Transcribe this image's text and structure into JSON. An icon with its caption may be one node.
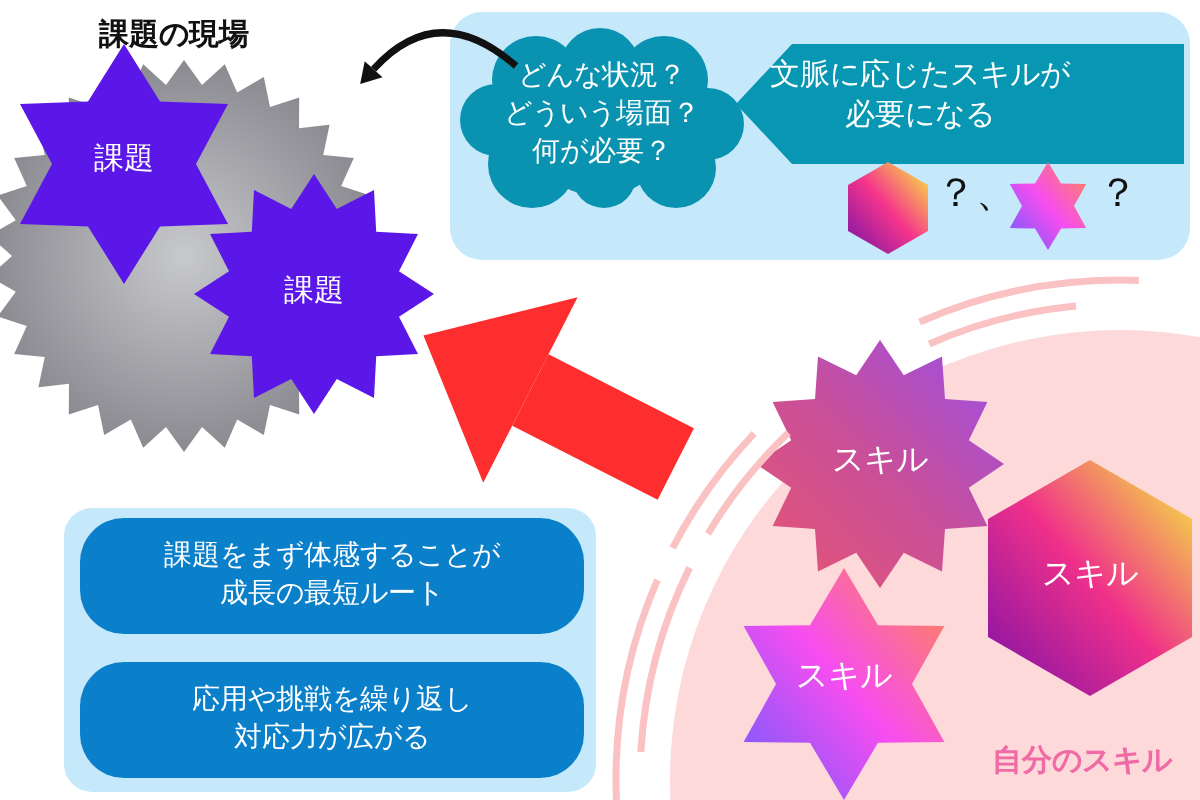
{
  "diagram": {
    "nodes": [
      {
        "text": [
          "課題の現場"
        ]
      },
      {
        "text": [
          "課題"
        ]
      },
      {
        "text": [
          "課題"
        ]
      },
      {
        "text": [],
        "shape": "box"
      },
      {
        "text": [
          "どんな状況？どういう場面？何が必要？"
        ],
        "in": 3
      },
      {
        "text": [
          "文脈に応じたスキルが必要になる"
        ],
        "in": 3
      },
      {
        "text": [],
        "shape": "hexagon",
        "in": 3,
        "beside": [
          "？、"
        ]
      },
      {
        "text": [],
        "shape": "star",
        "in": 3,
        "beside": [
          "？"
        ]
      },
      {
        "text": [
          "自分のスキル"
        ]
      },
      {
        "text": [
          "スキル"
        ],
        "in": 8
      },
      {
        "text": [
          "スキル"
        ],
        "in": 8
      },
      {
        "text": [
          "スキル"
        ],
        "in": 8
      },
      {
        "text": [],
        "shape": "box"
      },
      {
        "text": [
          "課題をまず体感することが成長の最短ルート"
        ],
        "in": 12
      },
      {
        "text": [
          "応用や挑戦を繰り返し対応力が広がる"
        ],
        "in": 12
      }
    ],
    "edges": [
      {
        "from": 4,
        "to": 0,
        "arrow": "to"
      },
      {
        "from": 8,
        "to": 0,
        "arrow": "to",
        "style": "thick",
        "color": "#ff2e2e"
      }
    ]
  }
}
